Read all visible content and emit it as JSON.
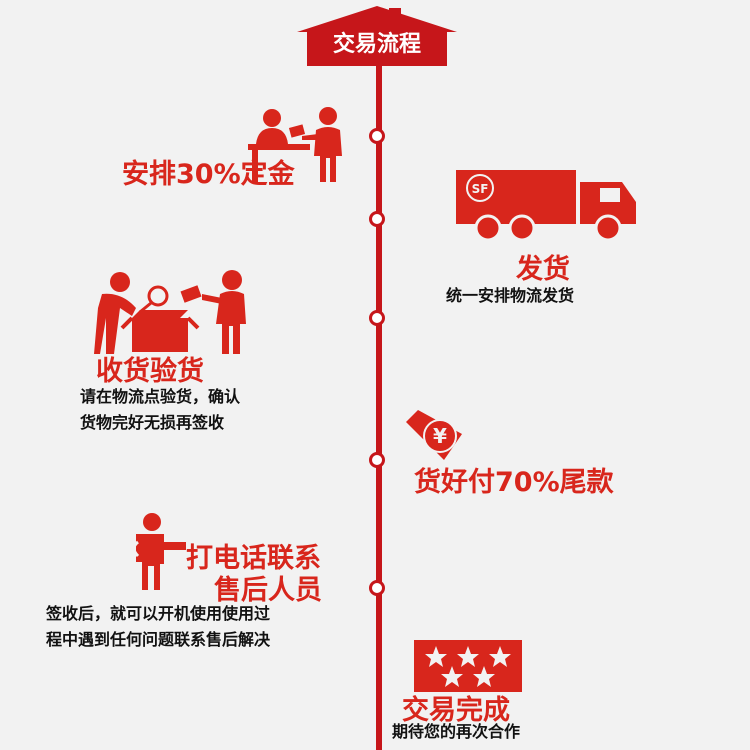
{
  "header": {
    "title": "交易流程"
  },
  "colors": {
    "accent": "#d8261c",
    "line": "#c6161a",
    "background": "#f2f2f2"
  },
  "steps": [
    {
      "title": "安排30%定金",
      "icon": "handshake-counter-icon"
    },
    {
      "title": "发货",
      "description": [
        "统一安排物流发货"
      ],
      "icon": "sf-truck-icon",
      "truck_logo": "SF"
    },
    {
      "title": "收货验货",
      "description": [
        "请在物流点验货，确认",
        "货物完好无损再签收"
      ],
      "icon": "inspect-package-icon"
    },
    {
      "title": "货好付70%尾款",
      "icon": "yen-payment-icon",
      "symbol": "¥"
    },
    {
      "title_lines": [
        "打电话联系",
        "售后人员"
      ],
      "description": [
        "签收后，就可以开机使用使用过",
        "程中遇到任何问题联系售后解决"
      ],
      "icon": "phone-person-icon"
    },
    {
      "title": "交易完成",
      "description": [
        "期待您的再次合作"
      ],
      "icon": "five-stars-icon"
    }
  ]
}
